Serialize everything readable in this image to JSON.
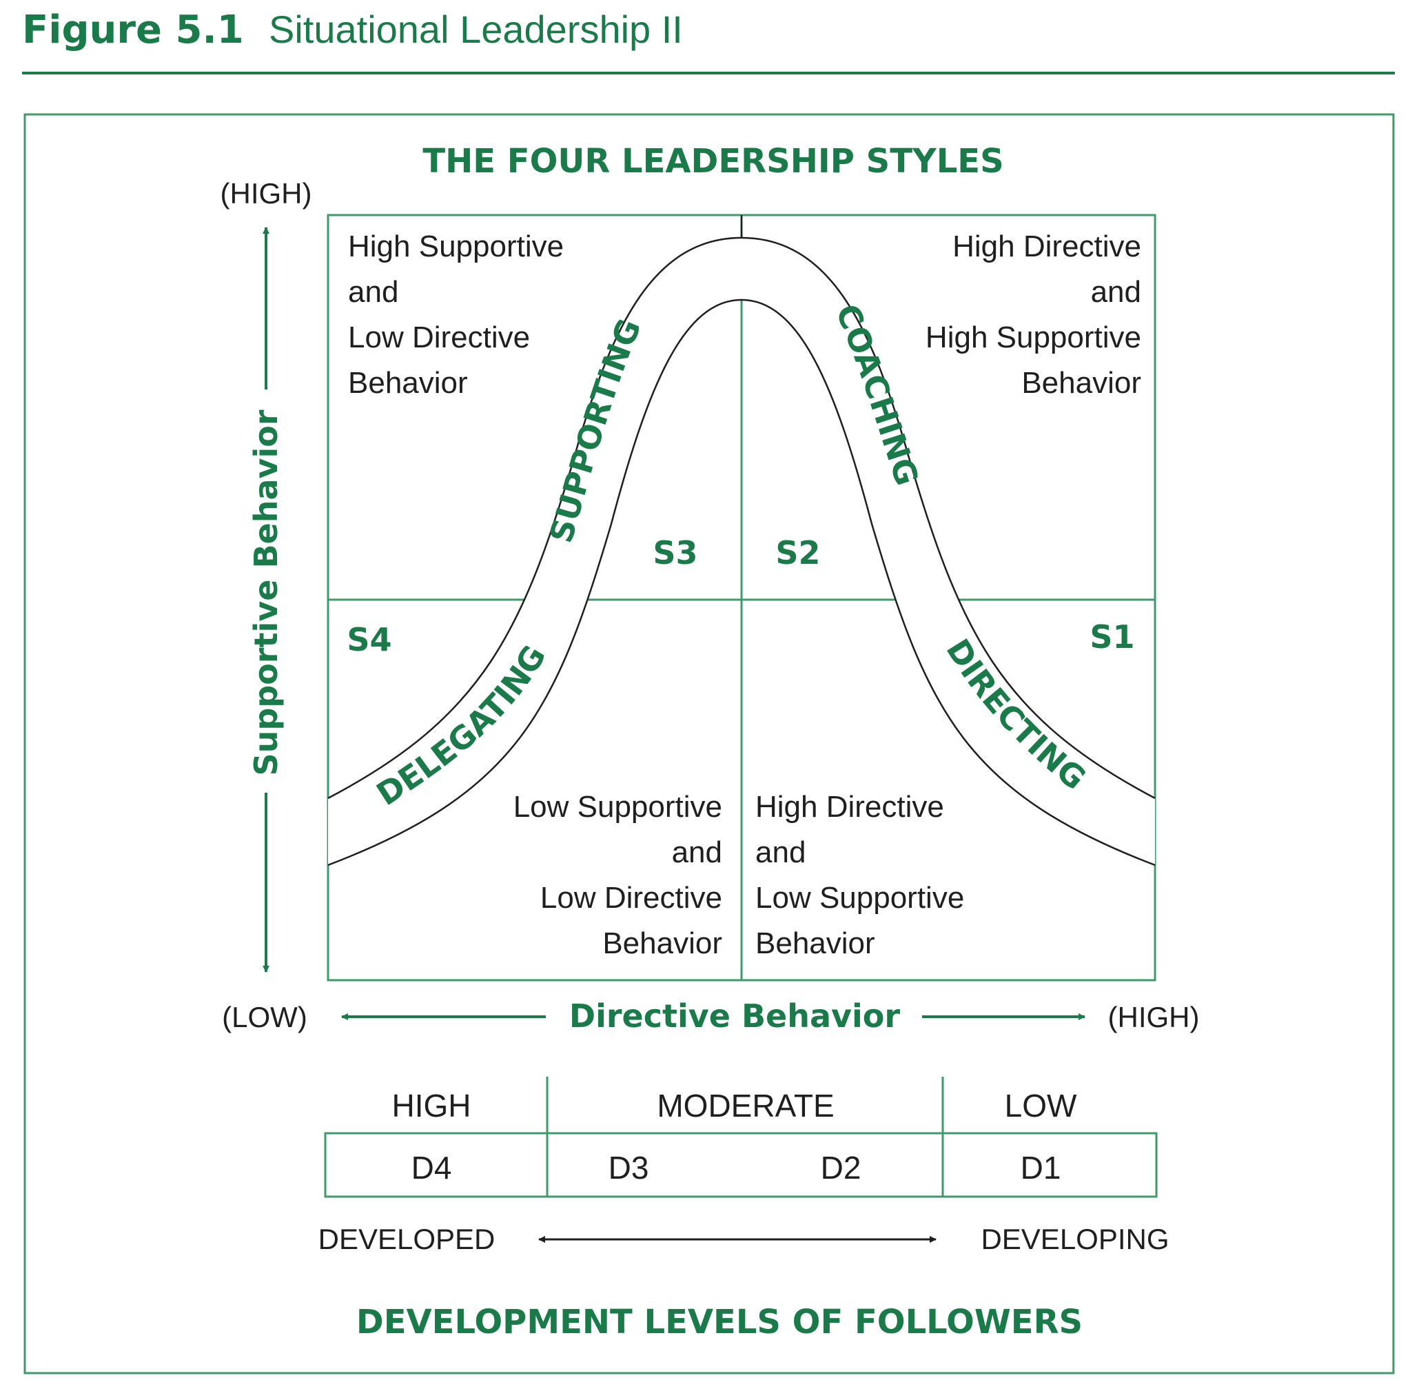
{
  "figure": {
    "number": "Figure 5.1",
    "title": "Situational Leadership II"
  },
  "colors": {
    "green": "#1a7a4a",
    "text": "#1f1f1f",
    "border": "#3f9a6a"
  },
  "styles_heading": "THE FOUR LEADERSHIP STYLES",
  "y_axis": {
    "high": "(HIGH)",
    "label": "Supportive Behavior"
  },
  "x_axis": {
    "low": "(LOW)",
    "label": "Directive Behavior",
    "high": "(HIGH)"
  },
  "quadrants": {
    "top_left": [
      "High Supportive",
      "and",
      "Low Directive",
      "Behavior"
    ],
    "top_right": [
      "High Directive",
      "and",
      "High Supportive",
      "Behavior"
    ],
    "bottom_left": [
      "Low Supportive",
      "and",
      "Low Directive",
      "Behavior"
    ],
    "bottom_right": [
      "High Directive",
      "and",
      "Low Supportive",
      "Behavior"
    ]
  },
  "style_codes": {
    "s1": "S1",
    "s2": "S2",
    "s3": "S3",
    "s4": "S4"
  },
  "curve_labels": {
    "supporting": "SUPPORTING",
    "coaching": "COACHING",
    "delegating": "DELEGATING",
    "directing": "DIRECTING"
  },
  "development": {
    "levels": {
      "high": "HIGH",
      "moderate": "MODERATE",
      "low": "LOW"
    },
    "codes": {
      "d4": "D4",
      "d3": "D3",
      "d2": "D2",
      "d1": "D1"
    },
    "developed": "DEVELOPED",
    "developing": "DEVELOPING",
    "heading": "DEVELOPMENT LEVELS OF FOLLOWERS"
  }
}
